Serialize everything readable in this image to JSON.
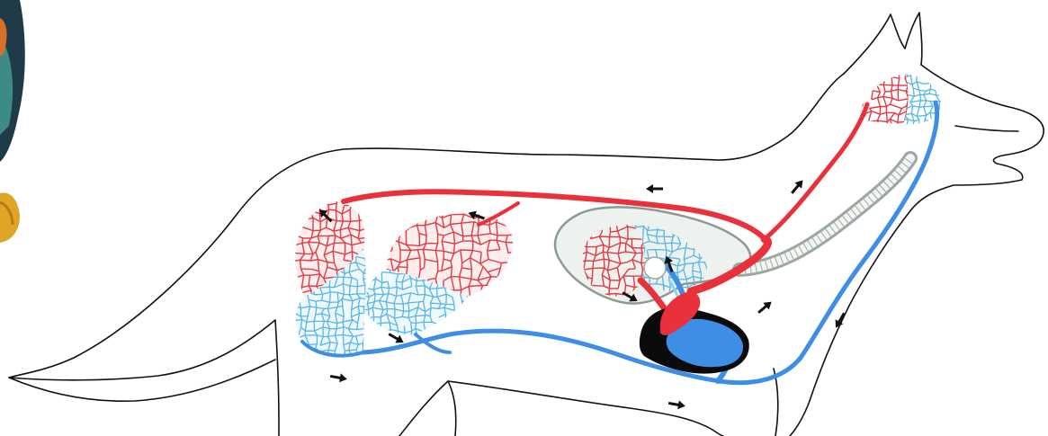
{
  "figure": {
    "colors": {
      "artery": "#e8313a",
      "vein": "#3f8ee6",
      "capillary_red": "#e23a44",
      "capillary_blue": "#56b6e6",
      "outline": "#111111",
      "lung": "#9aa8a0",
      "heart_dark": "#0b0b0b",
      "arrow": "#111111",
      "edge_art_dark": "#1e3b47",
      "edge_art_gold": "#e0a526"
    },
    "icons": [
      "fox-outline",
      "heart",
      "lung",
      "capillary-network",
      "flow-arrow"
    ]
  }
}
